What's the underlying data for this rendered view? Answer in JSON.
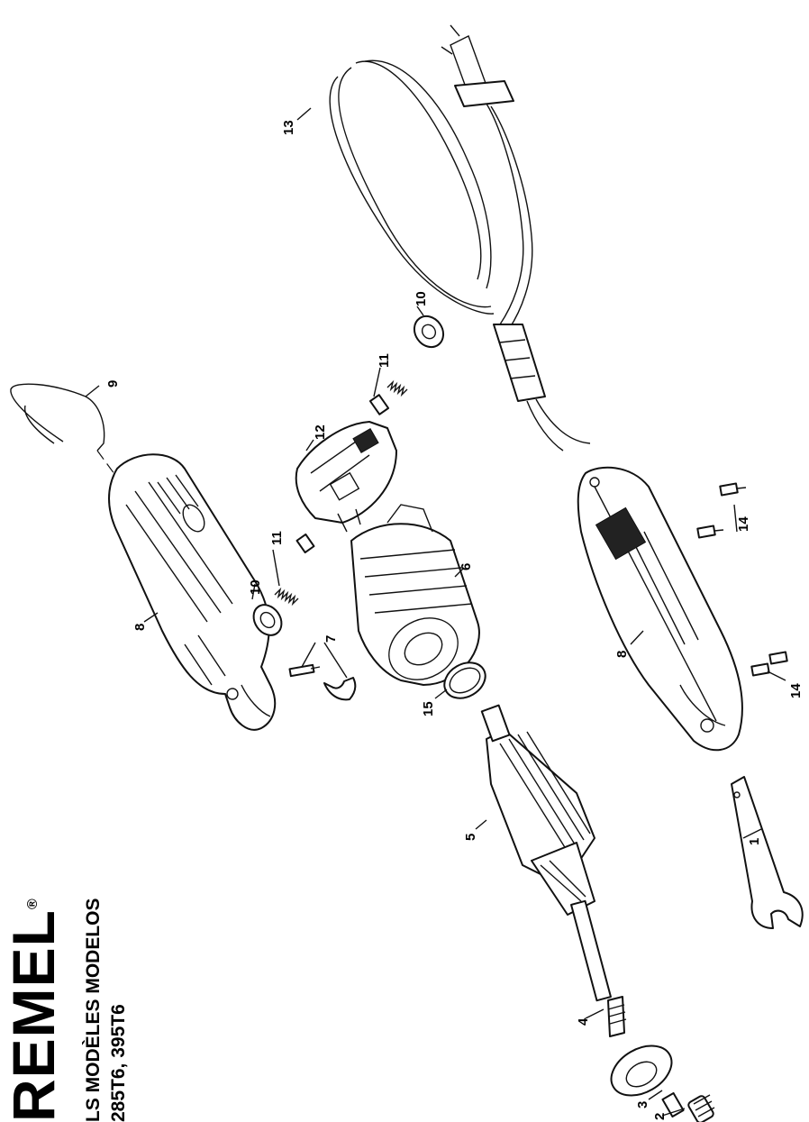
{
  "header": {
    "brand": "REMEL",
    "brand_mark": "®",
    "models_line": "LS  MODÈLES MODELOS",
    "model_numbers": "285T6, 395T6"
  },
  "callouts": [
    {
      "id": "p1",
      "label": "1"
    },
    {
      "id": "p2",
      "label": "2"
    },
    {
      "id": "p3",
      "label": "3"
    },
    {
      "id": "p4",
      "label": "4"
    },
    {
      "id": "p5",
      "label": "5"
    },
    {
      "id": "p6",
      "label": "6"
    },
    {
      "id": "p7",
      "label": "7"
    },
    {
      "id": "p8a",
      "label": "8"
    },
    {
      "id": "p8b",
      "label": "8"
    },
    {
      "id": "p9",
      "label": "9"
    },
    {
      "id": "p10a",
      "label": "10"
    },
    {
      "id": "p10b",
      "label": "10"
    },
    {
      "id": "p11a",
      "label": "11"
    },
    {
      "id": "p11b",
      "label": "11"
    },
    {
      "id": "p12",
      "label": "12"
    },
    {
      "id": "p13",
      "label": "13"
    },
    {
      "id": "p14a",
      "label": "14"
    },
    {
      "id": "p14b",
      "label": "14"
    },
    {
      "id": "p15",
      "label": "15"
    }
  ]
}
